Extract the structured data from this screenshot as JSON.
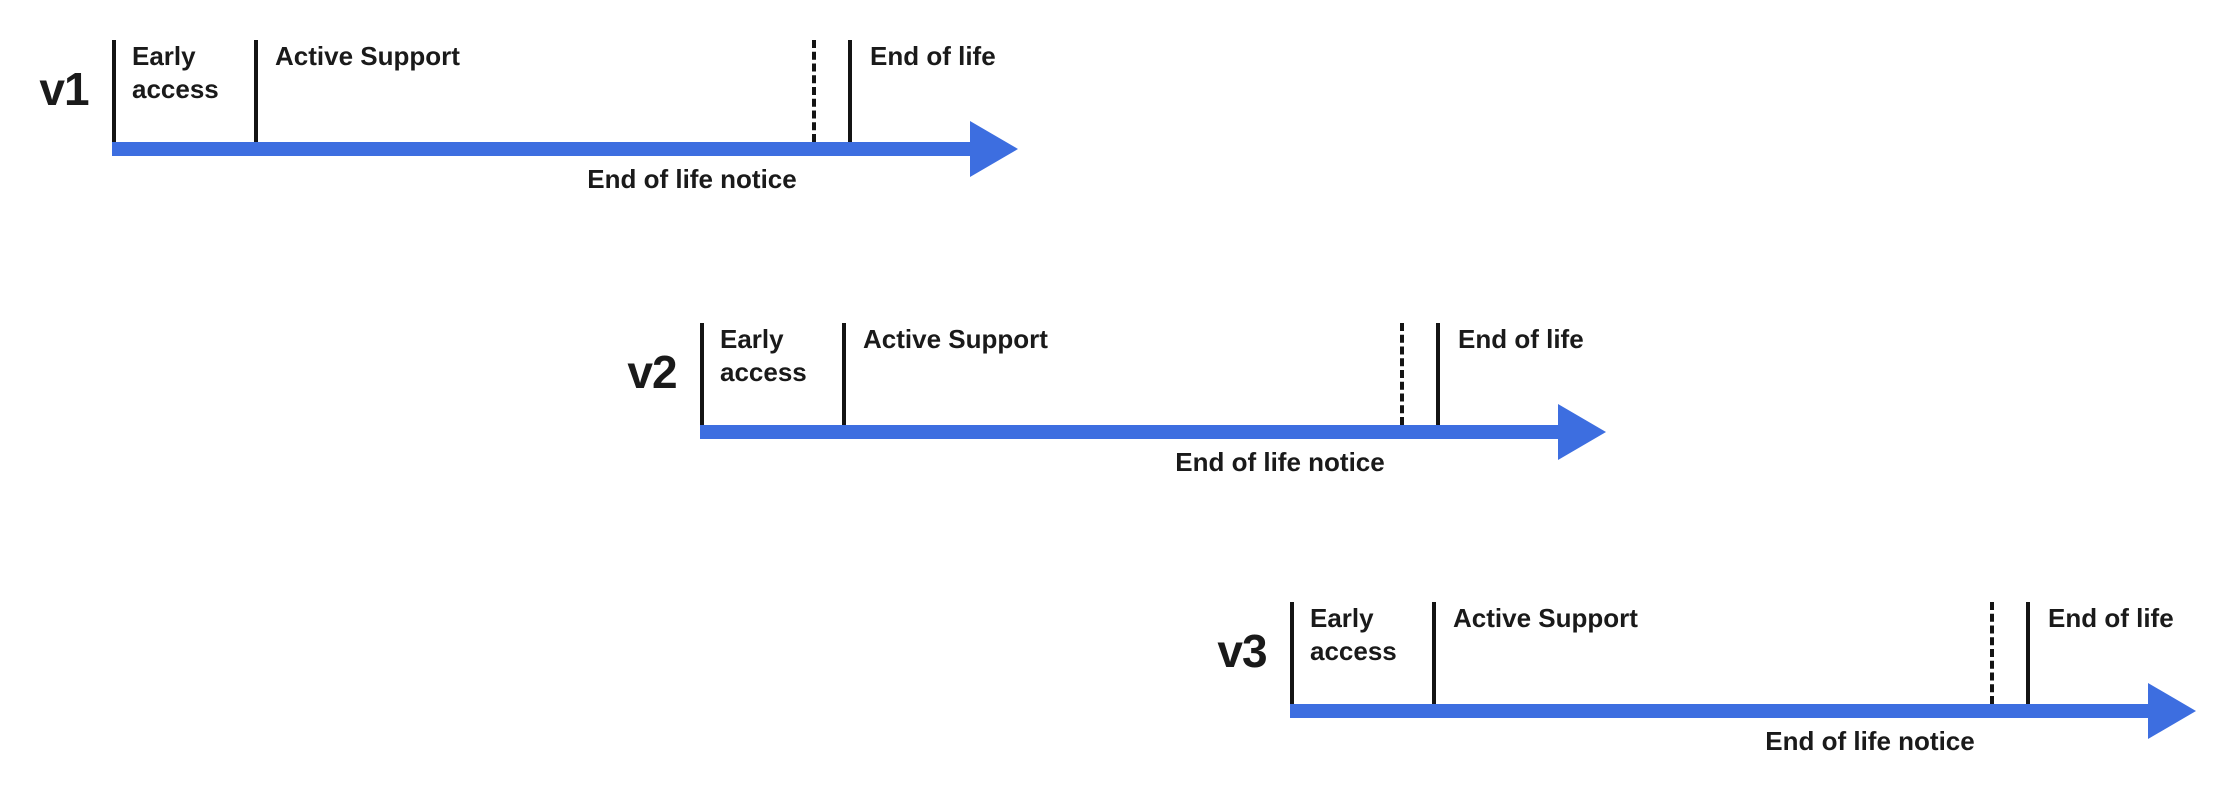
{
  "colors": {
    "arrow": "#3d6ee0",
    "tick": "#141414",
    "text": "#1a1a1a",
    "background": "#ffffff"
  },
  "timelines": [
    {
      "version": "v1",
      "early_access": "Early access",
      "active_support": "Active Support",
      "end_of_life": "End of life",
      "end_of_life_notice": "End of life notice"
    },
    {
      "version": "v2",
      "early_access": "Early access",
      "active_support": "Active Support",
      "end_of_life": "End of life",
      "end_of_life_notice": "End of life notice"
    },
    {
      "version": "v3",
      "early_access": "Early access",
      "active_support": "Active Support",
      "end_of_life": "End of life",
      "end_of_life_notice": "End of life notice"
    }
  ]
}
